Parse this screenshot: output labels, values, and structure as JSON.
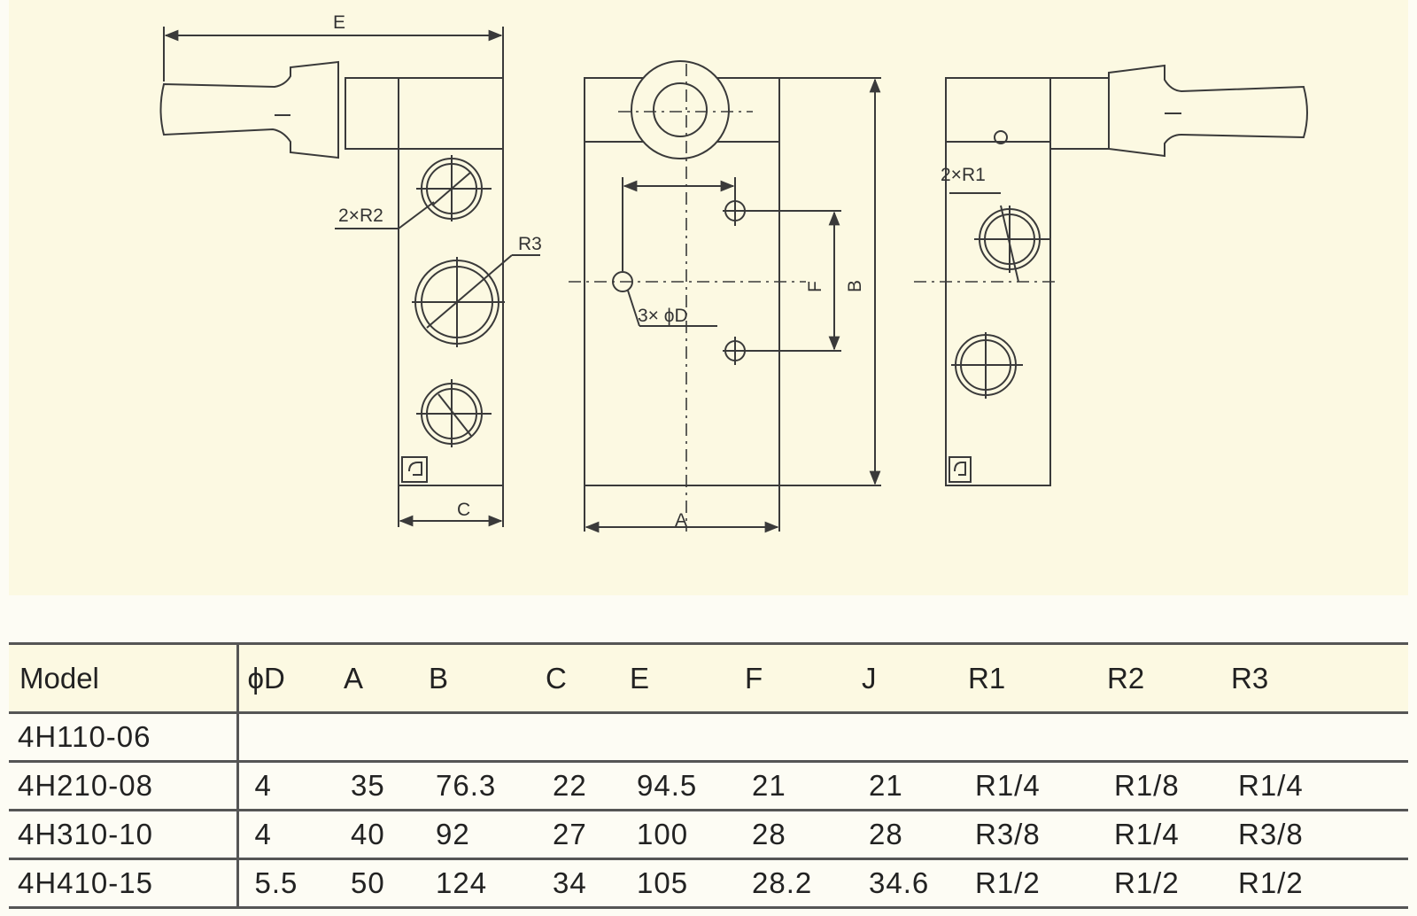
{
  "drawing": {
    "dim_labels": {
      "E": "E",
      "C": "C",
      "A": "A",
      "B": "B",
      "F": "F",
      "two_r2": "2×R2",
      "r3": "R3",
      "three_phi_d": "3× ϕD",
      "two_r1": "2×R1"
    },
    "line_color": "#3a3a3a",
    "background": "#fcf9e2"
  },
  "spec_table": {
    "headers": [
      "Model",
      "ϕD",
      "A",
      "B",
      "C",
      "E",
      "F",
      "J",
      "R1",
      "R2",
      "R3"
    ],
    "rows": [
      [
        "4H110-06",
        "",
        "",
        "",
        "",
        "",
        "",
        "",
        "",
        "",
        ""
      ],
      [
        "4H210-08",
        "4",
        "35",
        "76.3",
        "22",
        "94.5",
        "21",
        "21",
        "R1/4",
        "R1/8",
        "R1/4"
      ],
      [
        "4H310-10",
        "4",
        "40",
        "92",
        "27",
        "100",
        "28",
        "28",
        "R3/8",
        "R1/4",
        "R3/8"
      ],
      [
        "4H410-15",
        "5.5",
        "50",
        "124",
        "34",
        "105",
        "28.2",
        "34.6",
        "R1/2",
        "R1/2",
        "R1/2"
      ]
    ]
  }
}
